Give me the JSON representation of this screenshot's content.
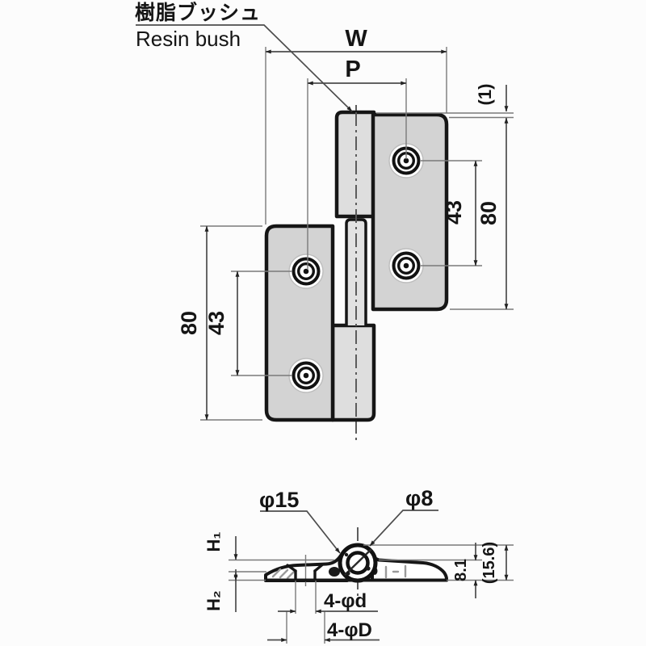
{
  "drawing": {
    "callout": {
      "jp": "樹脂ブッシュ",
      "en": "Resin bush"
    },
    "front_view": {
      "width": "W",
      "pitch": "P",
      "knuckle_offset": "(1)",
      "right_leaf": {
        "hole_pitch": "43",
        "height": "80"
      },
      "left_leaf": {
        "hole_pitch": "43",
        "height": "80"
      }
    },
    "bottom_view": {
      "knuckle_dia": "φ15",
      "pin_dia": "φ8",
      "h1": "H₁",
      "h2": "H₂",
      "leaf_thickness": "8.1",
      "overall_height": "(15.6)",
      "screw_hole": "4-φd",
      "countersink": "4-φD"
    },
    "colors": {
      "leaf_fill": "#d3d3d3",
      "knuckle_fill": "#dedede",
      "line": "#161616",
      "dim_line": "#4d4d4d",
      "background": "#fcfcfc"
    }
  }
}
